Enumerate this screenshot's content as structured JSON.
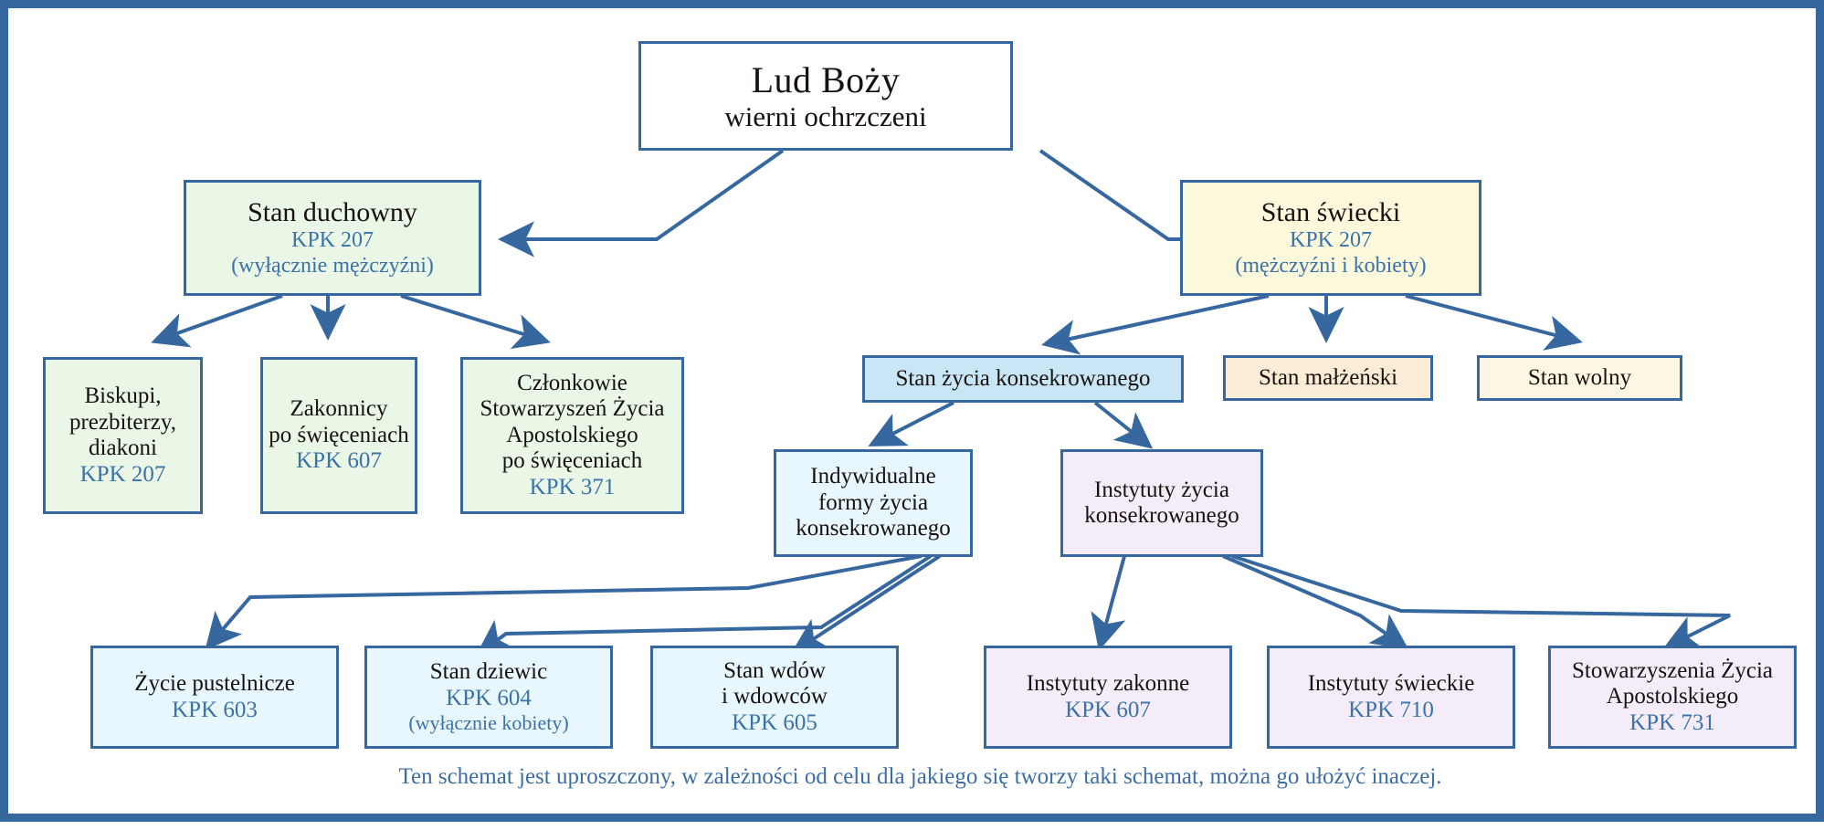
{
  "diagram": {
    "title_root": "Lud Boży",
    "subtitle_root": "wierni ochrzczeni",
    "caption": "Ten schemat jest uproszczony, w zależności od celu dla jakiego się tworzy taki schemat, można go ułożyć inaczej.",
    "colors": {
      "frame": "#36679e",
      "connector": "#36679e",
      "kpk_text": "#3b72a8",
      "caption_text": "#3c6ea5",
      "fill_clergy": "#eaf7e6",
      "fill_lay": "#fbf8dc",
      "fill_consecrated": "#c9e6f7",
      "fill_forms": "#e8f6fd",
      "fill_marriage": "#fdecd5",
      "fill_single": "#fdf6e3",
      "fill_institutes": "#f4ecf8",
      "fill_root": "#ffffff"
    }
  },
  "nodes": {
    "root": {
      "line1": "Lud Boży",
      "line2": "wierni ochrzczeni"
    },
    "clergy": {
      "line1": "Stan duchowny",
      "line2": "KPK 207",
      "line3": "(wyłącznie mężczyźni)"
    },
    "lay": {
      "line1": "Stan świecki",
      "line2": "KPK 207",
      "line3": "(mężczyźni i kobiety)"
    },
    "bishops": {
      "line1": "Biskupi,",
      "line2": "prezbiterzy,",
      "line3": "diakoni",
      "line4": "KPK 207"
    },
    "monks": {
      "line1": "Zakonnicy",
      "line2": "po święceniach",
      "line3": "KPK 607"
    },
    "members_sza": {
      "line1": "Członkowie",
      "line2": "Stowarzyszeń Życia",
      "line3": "Apostolskiego",
      "line4": "po święceniach",
      "line5": "KPK 371"
    },
    "consecrated": {
      "line1": "Stan życia konsekrowanego"
    },
    "marriage": {
      "line1": "Stan małżeński"
    },
    "single": {
      "line1": "Stan wolny"
    },
    "individual_forms": {
      "line1": "Indywidualne",
      "line2": "formy życia",
      "line3": "konsekrowanego"
    },
    "institutes_cl": {
      "line1": "Instytuty życia",
      "line2": "konsekrowanego"
    },
    "hermit": {
      "line1": "Życie pustelnicze",
      "line2": "KPK 603"
    },
    "virgins": {
      "line1": "Stan dziewic",
      "line2": "KPK 604",
      "line3": "(wyłącznie kobiety)"
    },
    "widows": {
      "line1": "Stan wdów",
      "line2": "i wdowców",
      "line3": "KPK 605"
    },
    "religious_inst": {
      "line1": "Instytuty zakonne",
      "line2": "KPK 607"
    },
    "secular_inst": {
      "line1": "Instytuty świeckie",
      "line2": "KPK 710"
    },
    "societies_al": {
      "line1": "Stowarzyszenia Życia",
      "line2": "Apostolskiego",
      "line3": "KPK 731"
    }
  }
}
